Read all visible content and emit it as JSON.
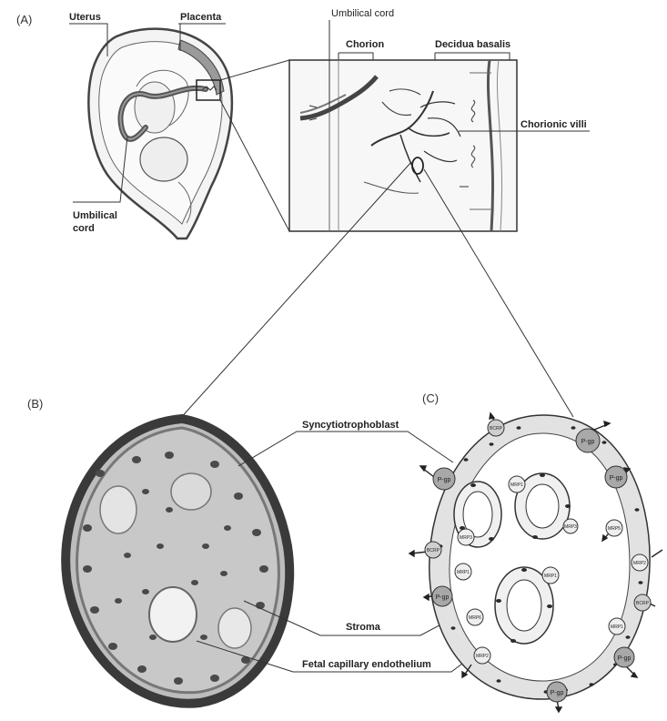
{
  "panels": {
    "a": "(A)",
    "b": "(B)",
    "c": "(C)"
  },
  "labels": {
    "uterus": "Uterus",
    "placenta": "Placenta",
    "umbilical_cord_line1": "Umbilical",
    "umbilical_cord_line2": "cord",
    "umbilical_cord_top": "Umbilical cord",
    "chorion": "Chorion",
    "decidua_basalis": "Decidua basalis",
    "chorionic_villi": "Chorionic villi",
    "syncytiotrophoblast": "Syncytiotrophoblast",
    "stroma": "Stroma",
    "fetal_capillary_endothelium": "Fetal capillary endothelium"
  },
  "transporters": {
    "pgp": "P-gp",
    "bcrp": "BCRP",
    "mrp1": "MRP1",
    "mrp2": "MRP2",
    "mrp3": "MRP3",
    "mrp5": "MRP5",
    "mrp6": "MRP6"
  },
  "colors": {
    "line": "#333333",
    "tissue_fill": "#e2e2e2",
    "pgp_fill": "#a8a8a8",
    "small_circle_fill": "#eeeeee",
    "nucleus": "#2a2a2a",
    "histology_dark": "#3a3a3a",
    "histology_light": "#bdbdbd"
  }
}
